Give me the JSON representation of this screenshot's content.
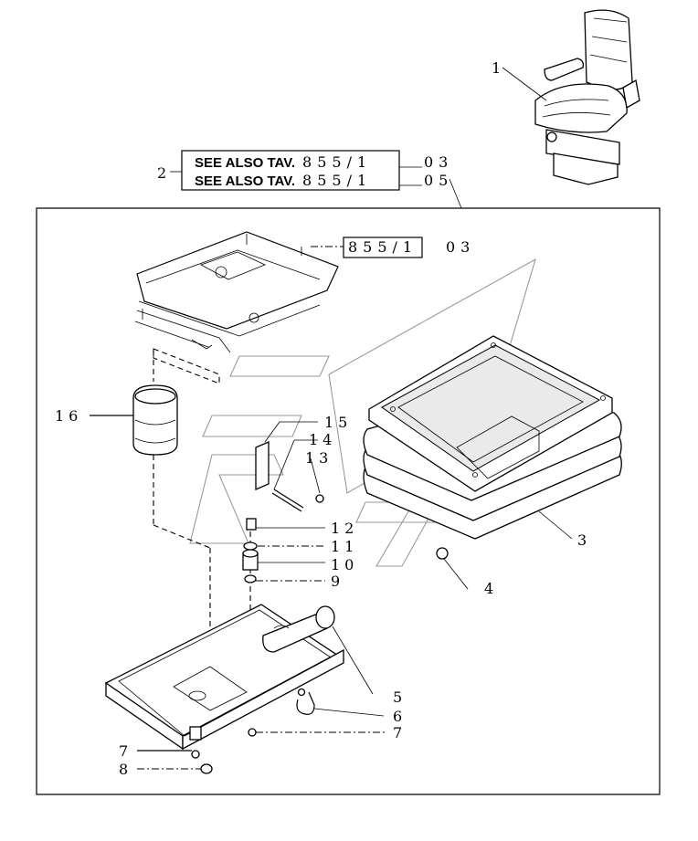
{
  "see_also": {
    "label": "SEE ALSO TAV.",
    "line1_ref": "855/1",
    "line1_suffix": "03",
    "line2_ref": "855/1",
    "line2_suffix": "05"
  },
  "ref_box": {
    "ref": "855/1",
    "suffix": "03"
  },
  "callouts": {
    "c1": "1",
    "c2": "2",
    "c3": "3",
    "c4": "4",
    "c5": "5",
    "c6": "6",
    "c7": "7",
    "c8": "8",
    "c9": "9",
    "c10": "10",
    "c11": "11",
    "c12": "12",
    "c13": "13",
    "c14": "14",
    "c15": "15",
    "c16": "16"
  }
}
